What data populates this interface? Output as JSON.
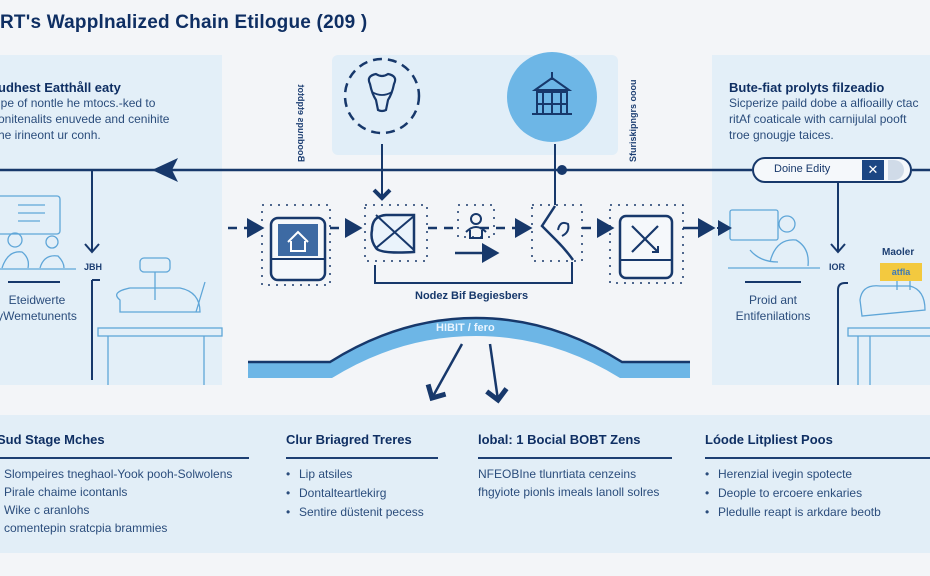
{
  "title": "RT's Wapplnalized Chain Etilogue (209 )",
  "colors": {
    "navy": "#17386b",
    "panel_blue": "#e3eff8",
    "accent_blue": "#6db6e6",
    "badge_yellow": "#f3c93f",
    "background": "#f3f5f8"
  },
  "left_card": {
    "heading": "udhest Eatthåll eaty",
    "lines": [
      "ipe of nontle he mtocs.-ked to",
      "onitenalits enuvede and cenihite",
      "he irineont ur conh."
    ]
  },
  "right_card": {
    "heading": "Bute-fiat prolyts filzeadio",
    "lines": [
      "Sicperize paild dobe a alfioailly ctac",
      "ritAf coaticale with carnijulal pooft",
      "troe gnougje taices."
    ]
  },
  "vertical_labels": {
    "left": "Boodnuqs etqbtot",
    "right": "Sfuriskipngrs ooou"
  },
  "center_icons": {
    "left_icon": "dental-tooth-icon",
    "right_icon": "building-icon"
  },
  "left_scene": {
    "arrow_label": "JBH",
    "caption": [
      "Eteidwerte",
      "yWemetunents"
    ]
  },
  "right_scene": {
    "arrow_label": "IOR",
    "caption": [
      "Proid ant",
      "Entifenilations"
    ],
    "badge_title": "Maoler",
    "badge_text": "atfla"
  },
  "pill": {
    "label": "Doine Edity",
    "close_glyph": "✕"
  },
  "pipeline": {
    "label": "Nodez Bif Begiesbers",
    "nodes": [
      "house-screen-node",
      "envelope-node",
      "person-node",
      "hand-node",
      "close-box-node"
    ]
  },
  "wave": {
    "label": "HIBIT / fero"
  },
  "bottom_columns": [
    {
      "heading": "Sud Stage Mches",
      "items": [
        "Slompeires tneghaol-Yook pooh-Solwolens",
        "Pirale chaime icontanls",
        "Wike c aranlohs",
        "comentepin sratcpia brammies"
      ],
      "bulleted": false
    },
    {
      "heading": "Clur Briagred Treres",
      "items": [
        "Lip atsiles",
        "Dontalteartlekirg",
        "Sentire düstenit pecess"
      ],
      "bulleted": true
    },
    {
      "heading": "lobal: 1 Bocial BOBT Zens",
      "items": [
        "NFEOBIne tlunrtiata cenzeins",
        "fhgyiote pionls imeals lanoll solres"
      ],
      "bulleted": false
    },
    {
      "heading": "Lóode Litpliest Poos",
      "items": [
        "Herenzial ivegin spotecte",
        "Deople to ercoere enkaries",
        "Pledulle reapt is arkdare beotb"
      ],
      "bulleted": true
    }
  ]
}
